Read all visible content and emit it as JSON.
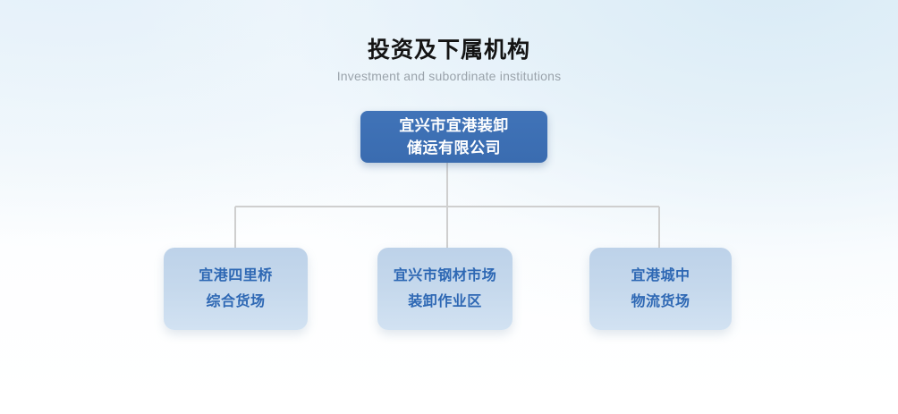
{
  "heading": {
    "title_cn": "投资及下属机构",
    "title_en": "Investment and subordinate institutions"
  },
  "colors": {
    "root_fill": "#3a6cb0",
    "root_text": "#ffffff",
    "child_fill": "#c5d8ec",
    "child_text": "#2e68b4",
    "connector": "#cfcfcf",
    "title": "#141414",
    "subtitle": "#9aa3ab",
    "background_top": "#e4f0f9",
    "background_bottom": "#ffffff"
  },
  "org_chart": {
    "root": {
      "name": "宜兴市宜港装卸储运有限公司",
      "lines": [
        "宜兴市宜港装卸",
        "储运有限公司"
      ]
    },
    "children": [
      {
        "name": "宜港四里桥综合货场",
        "lines": [
          "宜港四里桥",
          "综合货场"
        ]
      },
      {
        "name": "宜兴市钢材市场装卸作业区",
        "lines": [
          "宜兴市钢材市场",
          "装卸作业区"
        ]
      },
      {
        "name": "宜港城中物流货场",
        "lines": [
          "宜港城中",
          "物流货场"
        ]
      }
    ]
  }
}
